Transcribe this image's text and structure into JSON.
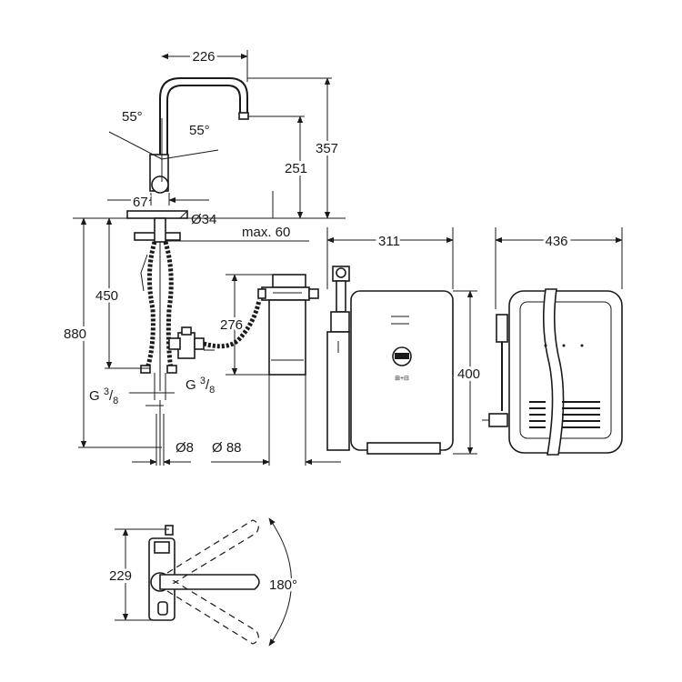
{
  "dimensions": {
    "spout_reach": "226",
    "angle_left": "55°",
    "angle_right": "55°",
    "total_height": "357",
    "spout_height": "251",
    "body_diameter": "67",
    "hole_diameter": "Ø34",
    "max_thickness": "max. 60",
    "boiler_width": "311",
    "boiler_depth": "436",
    "hose_length": "450",
    "filter_height": "276",
    "overall_length": "880",
    "boiler_height": "400",
    "thread": {
      "prefix": "G ",
      "num": "3",
      "den": "8"
    },
    "pipe_diameter": "Ø8",
    "filter_diameter": "Ø 88",
    "lever_height": "229",
    "rotation_angle": "180°"
  },
  "colors": {
    "line": "#1a1a1a",
    "background": "#ffffff"
  },
  "icons": [
    "arrow-icon",
    "faucet-icon",
    "filter-icon",
    "boiler-icon",
    "valve-icon",
    "plug-icon"
  ]
}
